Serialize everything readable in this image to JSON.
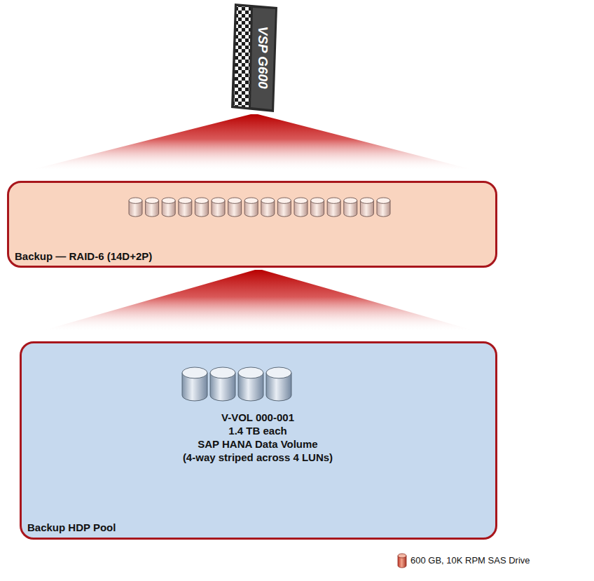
{
  "diagram": {
    "nodes": [
      {
        "text": [
          "VSP G600"
        ]
      },
      {
        "text": [
          "Backup — RAID-6 (14D+2P)"
        ]
      },
      {
        "text": [
          "V-VOL 000-001",
          "1.4 TB each",
          "SAP HANA Data Volume",
          "(4-way striped across 4 LUNs)",
          "Backup HDP Pool"
        ]
      }
    ],
    "edges": [
      {
        "from": 0,
        "to": 1,
        "arrow": "none"
      },
      {
        "from": 1,
        "to": 2,
        "arrow": "none"
      }
    ],
    "legend": [
      {
        "text": "600 GB, 10K RPM SAS Drive"
      }
    ]
  }
}
